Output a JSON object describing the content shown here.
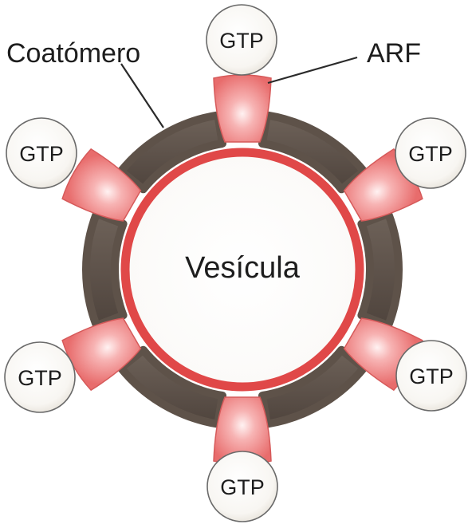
{
  "diagram": {
    "center_label": "Vesícula",
    "callouts": {
      "coatomer": "Coatómero",
      "arf": "ARF"
    },
    "gtp_labels": [
      "GTP",
      "GTP",
      "GTP",
      "GTP",
      "GTP",
      "GTP"
    ]
  },
  "colors": {
    "membrane": "#e04848",
    "arf_fill": "#ee7d7d",
    "arf_highlight": "#ffe9e9",
    "coatomer": "#5e5249",
    "gtp_ring": "#6a6a6a"
  }
}
